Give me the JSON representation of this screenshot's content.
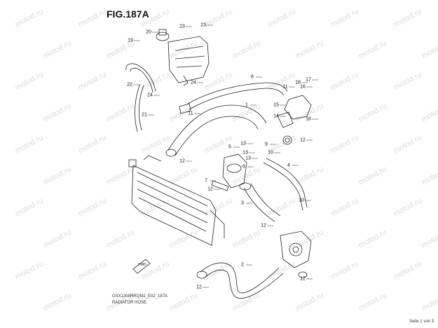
{
  "figure": {
    "title": "FIG.187A",
    "code": "GSX1300RRQM2_E02_187A",
    "caption": "RADIATOR HOSE",
    "page": "Seite 1 von 3"
  },
  "watermark": "motod.ru",
  "callouts": [
    "1",
    "2",
    "3",
    "4",
    "5",
    "6",
    "7",
    "8",
    "9",
    "10",
    "11",
    "12",
    "13",
    "14",
    "15",
    "16",
    "17",
    "18",
    "19",
    "20",
    "21",
    "22",
    "23",
    "24"
  ],
  "direction_badge": "FWD",
  "colors": {
    "line": "#222222",
    "watermark": "#d9d9d9",
    "background": "#ffffff"
  }
}
